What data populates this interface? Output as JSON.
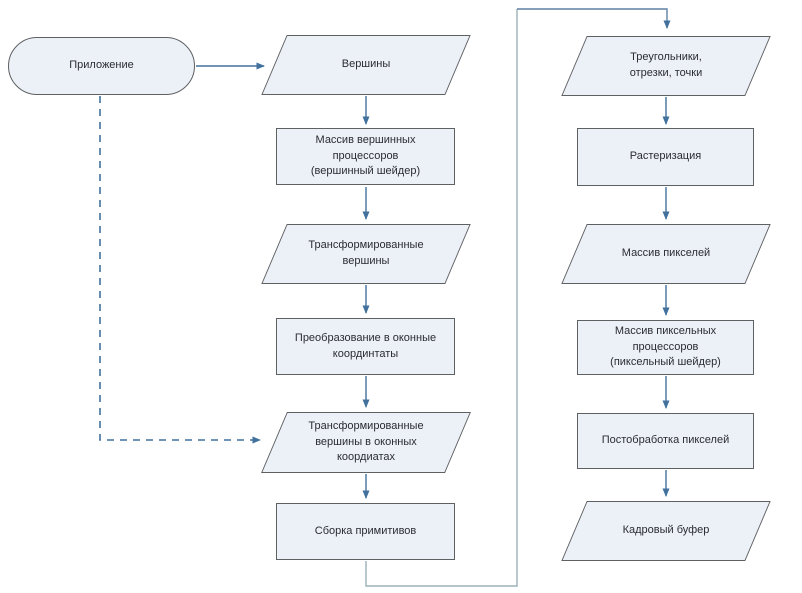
{
  "diagram": {
    "nodes": {
      "app": {
        "label": "Приложение",
        "shape": "terminator"
      },
      "vertices": {
        "label": "Вершины",
        "shape": "parallelogram"
      },
      "vertex_processors": {
        "label": "Массив вершинных процессоров\n(вершинный шейдер)",
        "shape": "rectangle"
      },
      "transformed_vertices": {
        "label": "Трансформированные\nвершины",
        "shape": "parallelogram"
      },
      "window_transform": {
        "label": "Преобразование в оконные\nкоординтаты",
        "shape": "rectangle"
      },
      "transformed_window_vertices": {
        "label": "Трансформированные\nвершины в оконных\nкоордиатах",
        "shape": "parallelogram"
      },
      "primitive_assembly": {
        "label": "Сборка примитивов",
        "shape": "rectangle"
      },
      "triangles_segments_points": {
        "label": "Треугольники,\nотрезки, точки",
        "shape": "parallelogram"
      },
      "rasterization": {
        "label": "Растеризация",
        "shape": "rectangle"
      },
      "pixel_array": {
        "label": "Массив пикселей",
        "shape": "parallelogram"
      },
      "pixel_processors": {
        "label": "Массив пиксельных процессоров\n(пиксельный шейдер)",
        "shape": "rectangle"
      },
      "postprocessing": {
        "label": "Постобработка пикселей",
        "shape": "rectangle"
      },
      "framebuffer": {
        "label": "Кадровый буфер",
        "shape": "parallelogram"
      }
    },
    "colors": {
      "shape_fill": "#ecf1f8",
      "shape_border": "#5f6062",
      "arrow": "#41719c",
      "dashed_arrow": "#41719c",
      "return_line": "#9bb1b7",
      "return_line_top": "#5e81a6",
      "text": "#2b2b33"
    }
  }
}
